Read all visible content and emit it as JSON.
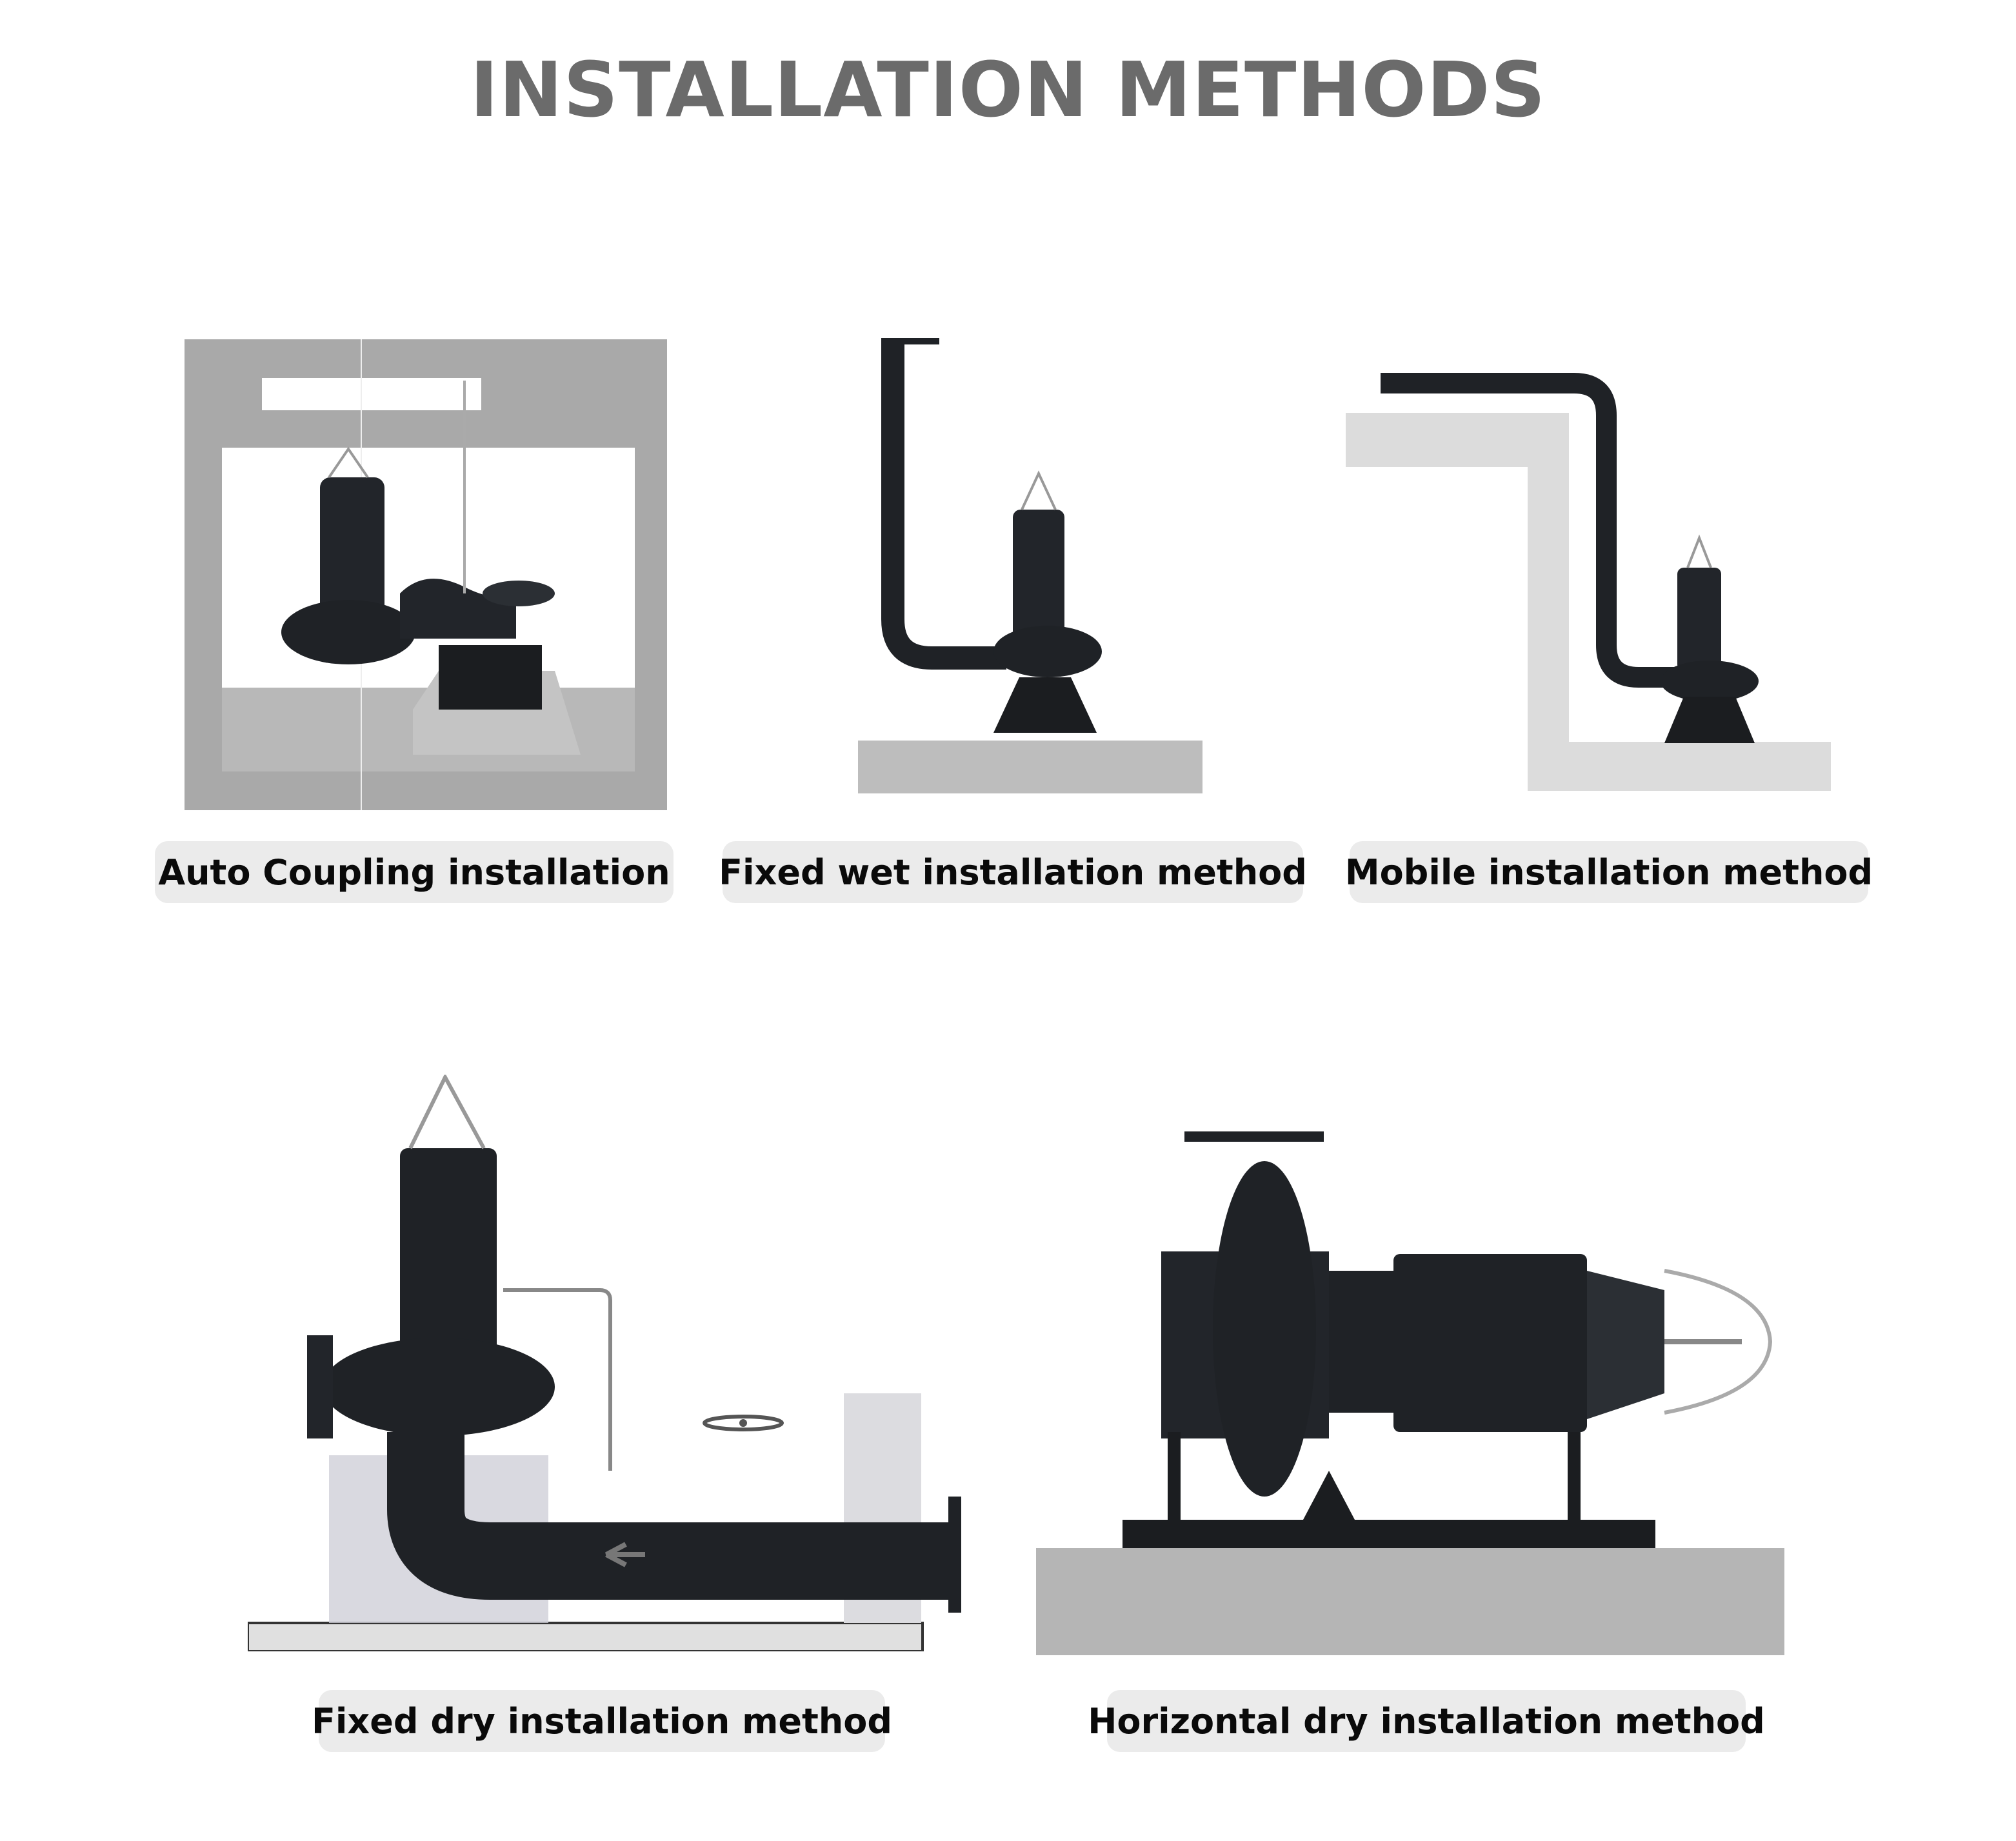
{
  "title": "INSTALLATION METHODS",
  "methods": [
    {
      "label": "Auto Coupling installation"
    },
    {
      "label": "Fixed wet installation method"
    },
    {
      "label": "Mobile installation method"
    },
    {
      "label": "Fixed dry installation method"
    },
    {
      "label": "Horizontal dry installation method"
    }
  ],
  "colors": {
    "title": "#6b6b6b",
    "label_bg": "#ebebeb",
    "pump": "#1f2226",
    "concrete": "#bdbdbd"
  }
}
